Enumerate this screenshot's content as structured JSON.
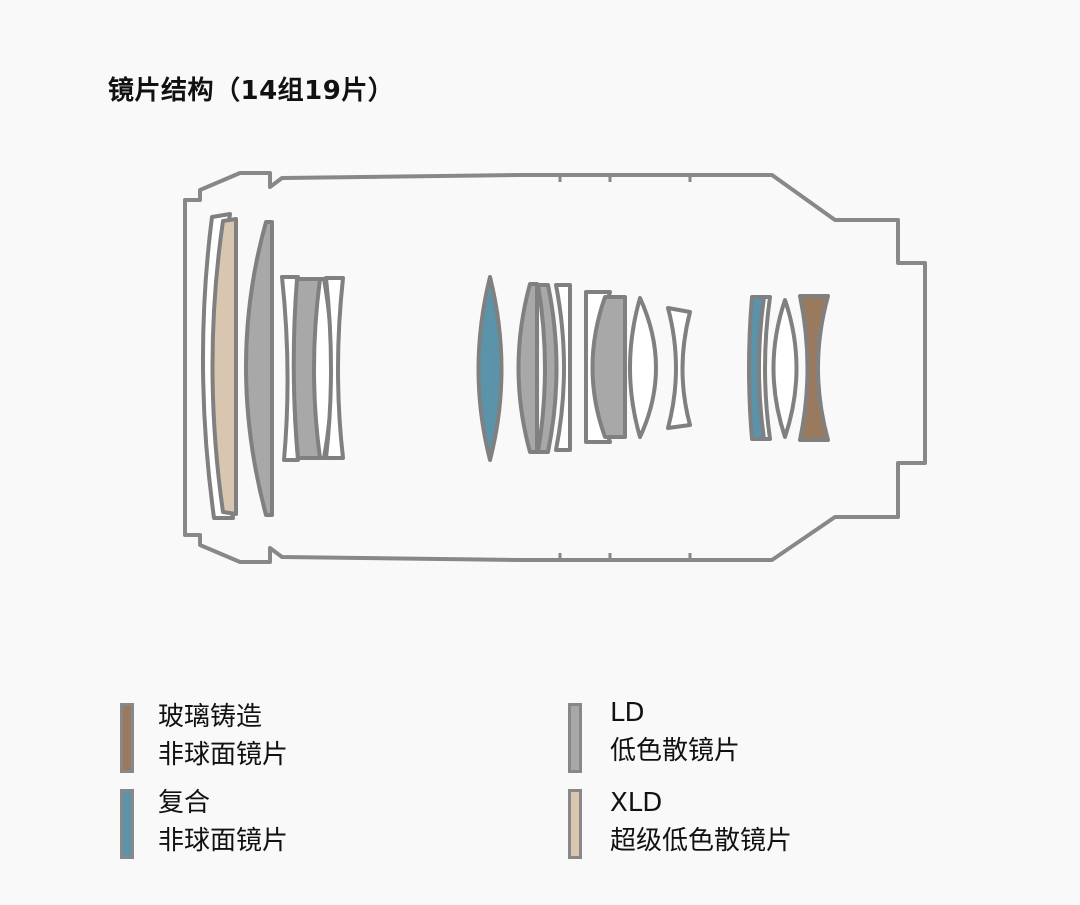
{
  "title": "镜片结构（14组19片）",
  "colors": {
    "outline": "#888888",
    "lens_stroke": "#808080",
    "glass_molded": "#9a7a5e",
    "hybrid": "#5a93aa",
    "ld": "#a8a8a8",
    "xld": "#d8c6b0",
    "clear": "#ffffff"
  },
  "legend": [
    {
      "key": "glass_molded",
      "color": "#9a7a5e",
      "line1": "玻璃铸造",
      "line2": "非球面镜片"
    },
    {
      "key": "ld",
      "color": "#a8a8a8",
      "line1": "LD",
      "line2": "低色散镜片"
    },
    {
      "key": "hybrid",
      "color": "#5a93aa",
      "line1": "复合",
      "line2": "非球面镜片"
    },
    {
      "key": "xld",
      "color": "#d8c6b0",
      "line1": "XLD",
      "line2": "超级低色散镜片"
    }
  ]
}
